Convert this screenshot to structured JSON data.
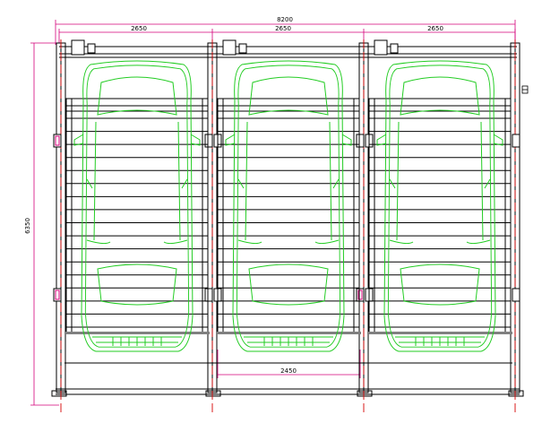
{
  "drawing": {
    "overall_width": "8200",
    "bay_width": [
      "2650",
      "2650",
      "2650"
    ],
    "overall_depth": "6350",
    "platform_width": "2450",
    "bay_count": 3,
    "slat_count": 17
  },
  "colors": {
    "structure": "#000000",
    "dimension": "#d4007a",
    "car_outline": "#22cc22",
    "centerline": "#d40000",
    "background": "#ffffff"
  }
}
